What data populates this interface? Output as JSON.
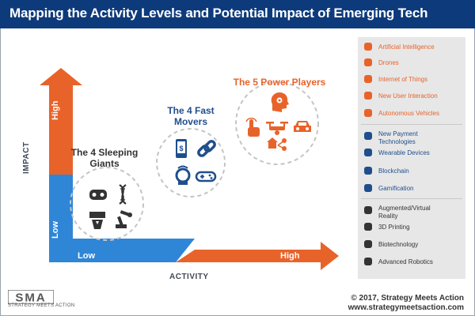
{
  "title": "Mapping the Activity Levels and Potential Impact of Emerging Tech",
  "axes": {
    "y_label": "IMPACT",
    "x_label": "ACTIVITY",
    "y_high": "High",
    "y_low": "Low",
    "x_low": "Low",
    "x_high": "High"
  },
  "groups": {
    "sleeping": {
      "line1": "The 4 Sleeping",
      "line2": "Giants"
    },
    "fast": {
      "line1": "The 4 Fast",
      "line2": "Movers"
    },
    "power": {
      "line1": "The 5 Power Players"
    }
  },
  "legend": {
    "items": [
      {
        "label": "Artificial Intelligence",
        "group": "power",
        "icon": "ai-head-icon"
      },
      {
        "label": "Drones",
        "group": "power",
        "icon": "drone-icon"
      },
      {
        "label": "Internet of Things",
        "group": "power",
        "icon": "iot-network-icon"
      },
      {
        "label": "New User Interaction",
        "group": "power",
        "icon": "touch-hand-icon"
      },
      {
        "label": "Autonomous Vehicles",
        "group": "power",
        "icon": "car-icon"
      },
      {
        "label": "New Payment",
        "label2": "Technologies",
        "group": "fast",
        "icon": "mobile-payment-icon"
      },
      {
        "label": "Wearable Devices",
        "group": "fast",
        "icon": "wearable-icon"
      },
      {
        "label": "Blockchain",
        "group": "fast",
        "icon": "chain-link-icon"
      },
      {
        "label": "Gamification",
        "group": "fast",
        "icon": "gamepad-icon"
      },
      {
        "label": "Augmented/Virtual",
        "label2": "Reality",
        "group": "sleeping",
        "icon": "vr-headset-icon"
      },
      {
        "label": "3D Printing",
        "group": "sleeping",
        "icon": "3d-printer-icon"
      },
      {
        "label": "Biotechnology",
        "group": "sleeping",
        "icon": "dna-icon"
      },
      {
        "label": "Advanced Robotics",
        "group": "sleeping",
        "icon": "robot-arm-icon"
      }
    ]
  },
  "footer": {
    "copyright": "© 2017, Strategy Meets Action",
    "url": "www.strategymeetsaction.com"
  },
  "logo": {
    "text": "SMA",
    "subtitle": "STRATEGY MEETS ACTION"
  },
  "colors": {
    "title_bg": "#0d3a7a",
    "orange": "#e8632a",
    "blue": "#2f86d6",
    "navy": "#1f4e8c",
    "dark": "#333333"
  }
}
